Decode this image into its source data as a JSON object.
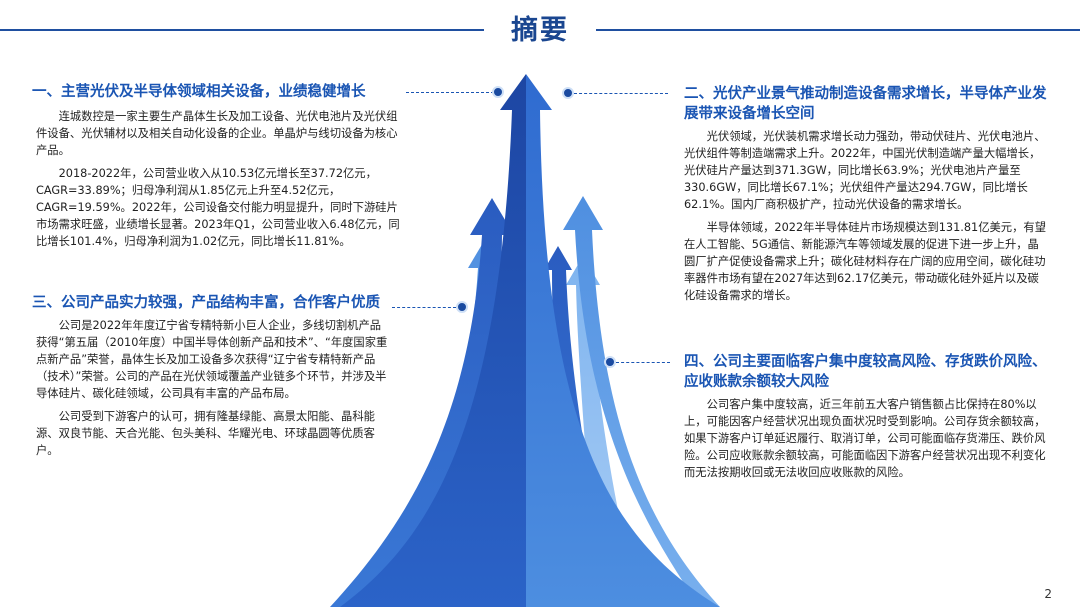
{
  "title": "摘要",
  "page_number": "2",
  "sections": [
    {
      "heading": "一、主营光伏及半导体领域相关设备，业绩稳健增长",
      "paragraphs": [
        "连城数控是一家主要生产晶体生长及加工设备、光伏电池片及光伏组件设备、光伏辅材以及相关自动化设备的企业。单晶炉与线切设备为核心产品。",
        "2018-2022年，公司营业收入从10.53亿元增长至37.72亿元，CAGR=33.89%；归母净利润从1.85亿元上升至4.52亿元，CAGR=19.59%。2022年，公司设备交付能力明显提升，同时下游硅片市场需求旺盛，业绩增长显著。2023年Q1，公司营业收入6.48亿元，同比增长101.4%，归母净利润为1.02亿元，同比增长11.81%。"
      ]
    },
    {
      "heading": "二、光伏产业景气推动制造设备需求增长，半导体产业发展带来设备增长空间",
      "paragraphs": [
        "光伏领域，光伏装机需求增长动力强劲，带动伏硅片、光伏电池片、光伏组件等制造端需求上升。2022年，中国光伏制造端产量大幅增长，光伏硅片产量达到371.3GW，同比增长63.9%；光伏电池片产量至330.6GW，同比增长67.1%；光伏组件产量达294.7GW，同比增长62.1%。国内厂商积极扩产，拉动光伏设备的需求增长。",
        "半导体领域，2022年半导体硅片市场规模达到131.81亿美元，有望在人工智能、5G通信、新能源汽车等领域发展的促进下进一步上升，晶圆厂扩产促使设备需求上升；碳化硅材料存在广阔的应用空间，碳化硅功率器件市场有望在2027年达到62.17亿美元，带动碳化硅外延片以及碳化硅设备需求的增长。"
      ]
    },
    {
      "heading": "三、公司产品实力较强，产品结构丰富，合作客户优质",
      "paragraphs": [
        "公司是2022年年度辽宁省专精特新小巨人企业，多线切割机产品获得“第五届（2010年度）中国半导体创新产品和技术”、“年度国家重点新产品”荣誉，晶体生长及加工设备多次获得“辽宁省专精特新产品（技术）”荣誉。公司的产品在光伏领域覆盖产业链多个环节，并涉及半导体硅片、碳化硅领域，公司具有丰富的产品布局。",
        "公司受到下游客户的认可，拥有隆基绿能、高景太阳能、晶科能源、双良节能、天合光能、包头美科、华耀光电、环球晶圆等优质客户。"
      ]
    },
    {
      "heading": "四、公司主要面临客户集中度较高风险、存货跌价风险、应收账款余额较大风险",
      "paragraphs": [
        "公司客户集中度较高，近三年前五大客户销售额占比保持在80%以上，可能因客户经营状况出现负面状况时受到影响。公司存货余额较高，如果下游客户订单延迟履行、取消订单，公司可能面临存货滞压、跌价风险。公司应收账款余额较高，可能面临因下游客户经营状况出现不利变化而无法按期收回或无法收回应收账款的风险。"
      ]
    }
  ],
  "colors": {
    "heading": "#1a55b3",
    "title": "#1a4690",
    "arrow_dark": "#1b45a8",
    "arrow_light": "#5a9be6"
  }
}
